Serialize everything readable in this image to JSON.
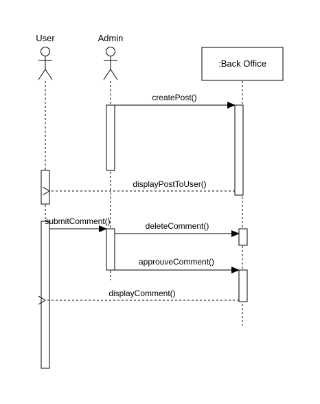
{
  "diagram": {
    "participants": {
      "user": "User",
      "admin": "Admin",
      "back_office": ":Back Office"
    },
    "messages": [
      {
        "id": "m1",
        "label": "createPost()",
        "from": "admin",
        "to": "back_office",
        "style": "sync"
      },
      {
        "id": "m2",
        "label": "displayPostToUser()",
        "from": "back_office",
        "to": "user",
        "style": "return"
      },
      {
        "id": "m3",
        "label": "submitComment()",
        "from": "user",
        "to": "admin",
        "style": "sync"
      },
      {
        "id": "m4",
        "label": "deleteComment()",
        "from": "admin",
        "to": "back_office",
        "style": "sync"
      },
      {
        "id": "m5",
        "label": "approuveComment()",
        "from": "admin",
        "to": "back_office",
        "style": "sync"
      },
      {
        "id": "m6",
        "label": "displayComment()",
        "from": "back_office",
        "to": "user",
        "style": "return"
      }
    ]
  }
}
